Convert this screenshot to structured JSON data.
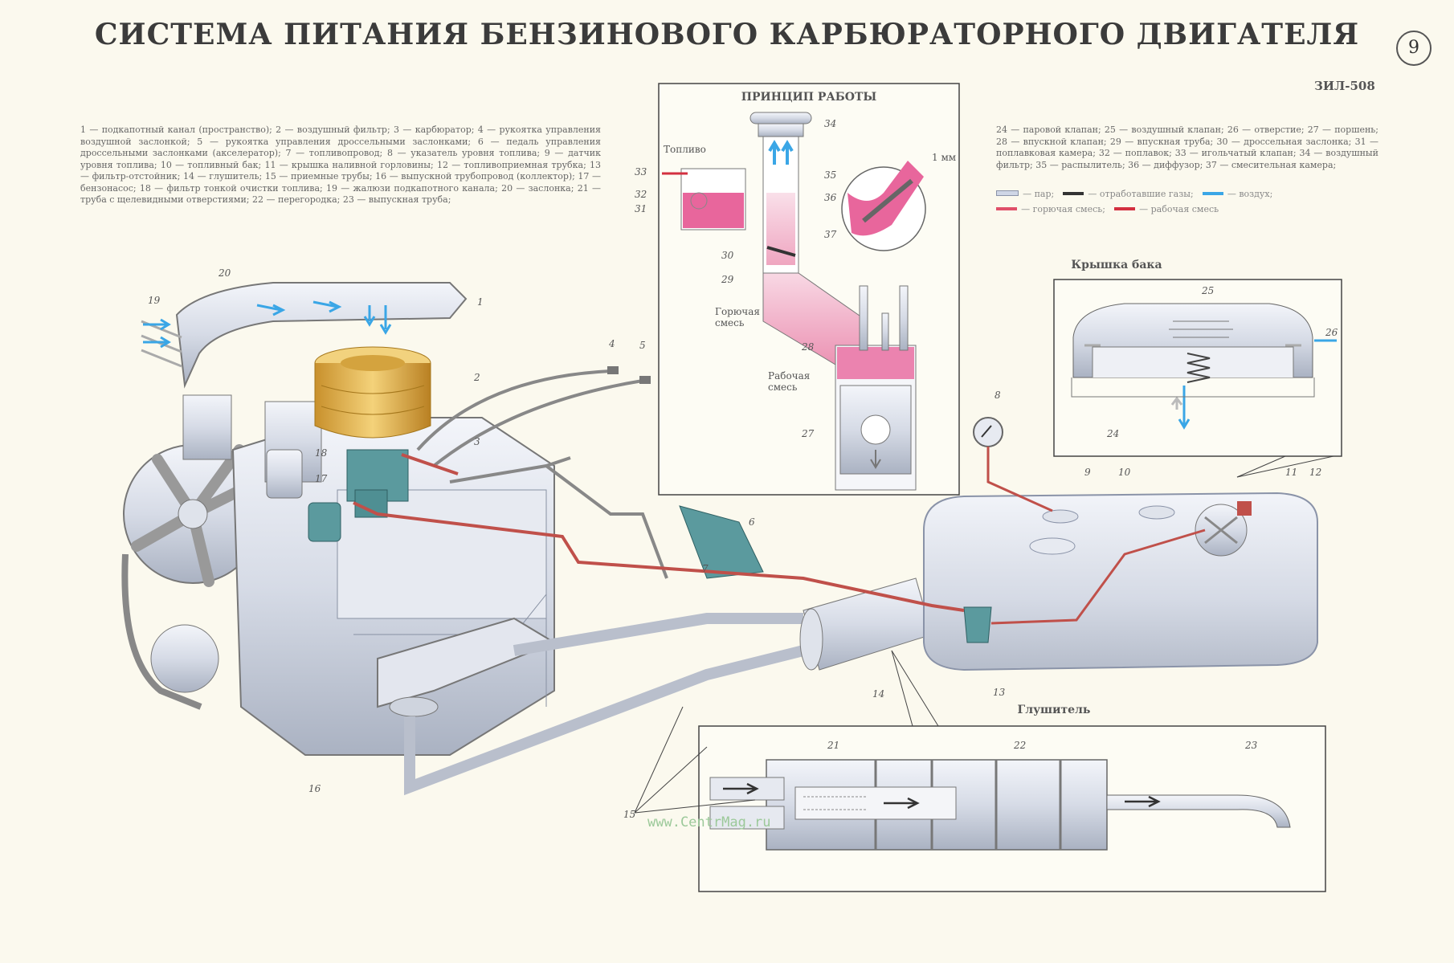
{
  "poster": {
    "title": "СИСТЕМА ПИТАНИЯ БЕНЗИНОВОГО КАРБЮРАТОРНОГО ДВИГАТЕЛЯ",
    "plate_number": "9",
    "model": "ЗИЛ-508",
    "watermark": "www.CentrMag.ru"
  },
  "legend": {
    "left_text": "1 — подкапотный канал (пространство); 2 — воздушный фильтр; 3 — карбюратор; 4 — рукоятка управления воздушной заслонкой; 5 — рукоятка управления дроссельными заслонками; 6 — педаль управления дроссельными заслонками (акселератор); 7 — топливопровод; 8 — указатель уровня топлива; 9 — датчик уровня топлива; 10 — топливный бак; 11 — крышка наливной горловины; 12 — топливоприемная трубка; 13 — фильтр-отстойник; 14 — глушитель; 15 — приемные трубы; 16 — выпускной трубопровод (коллектор); 17 — бензонасос; 18 — фильтр тонкой очистки топлива; 19 — жалюзи подкапотного канала; 20 — заслонка; 21 — труба с щелевидными отверстиями; 22 — перегородка; 23 — выпускная труба;",
    "right_text": "24 — паровой клапан; 25 — воздушный клапан; 26 — отверстие; 27 — поршень; 28 — впускной клапан; 29 — впускная труба; 30 — дроссельная заслонка; 31 — поплавковая камера; 32 — поплавок; 33 — игольчатый клапан; 34 — воздушный фильтр; 35 — распылитель; 36 — диффузор; 37 — смесительная камера;",
    "keys": [
      {
        "label": "— пар;",
        "color": "#cfd6e6"
      },
      {
        "label": "— отработавшие газы;",
        "color": "#333333"
      },
      {
        "label": "— воздух;",
        "color": "#3aa6e6"
      },
      {
        "label": "— горючая смесь;",
        "color": "#e0506a"
      },
      {
        "label": "— рабочая смесь",
        "color": "#d33040"
      }
    ]
  },
  "panels": {
    "principle": {
      "title": "ПРИНЦИП РАБОТЫ",
      "fuel_label": "Топливо",
      "gap_label": "1 мм",
      "hot_mix_1": "Горючая",
      "hot_mix_2": "смесь",
      "work_mix_1": "Рабочая",
      "work_mix_2": "смесь"
    },
    "tank_cap": {
      "title": "Крышка бака"
    },
    "muffler": {
      "title": "Глушитель"
    }
  },
  "callouts": {
    "n1": "1",
    "n2": "2",
    "n3": "3",
    "n4": "4",
    "n5": "5",
    "n6": "6",
    "n7": "7",
    "n8": "8",
    "n9": "9",
    "n10": "10",
    "n11": "11",
    "n12": "12",
    "n13": "13",
    "n14": "14",
    "n15": "15",
    "n16": "16",
    "n17": "17",
    "n18": "18",
    "n19": "19",
    "n20": "20",
    "n21": "21",
    "n22": "22",
    "n23": "23",
    "n24": "24",
    "n25": "25",
    "n26": "26",
    "n27": "27",
    "n28": "28",
    "n29": "29",
    "n30": "30",
    "n31": "31",
    "n32": "32",
    "n33": "33",
    "n34": "34",
    "n35": "35",
    "n36": "36",
    "n37": "37"
  },
  "colors": {
    "fuel_line": "#c0504a",
    "air": "#3aa6e6",
    "mixture": "#e07aa0",
    "metal": "#d9dde6",
    "filter": "#e8b84a",
    "carb": "#4f8f93"
  }
}
